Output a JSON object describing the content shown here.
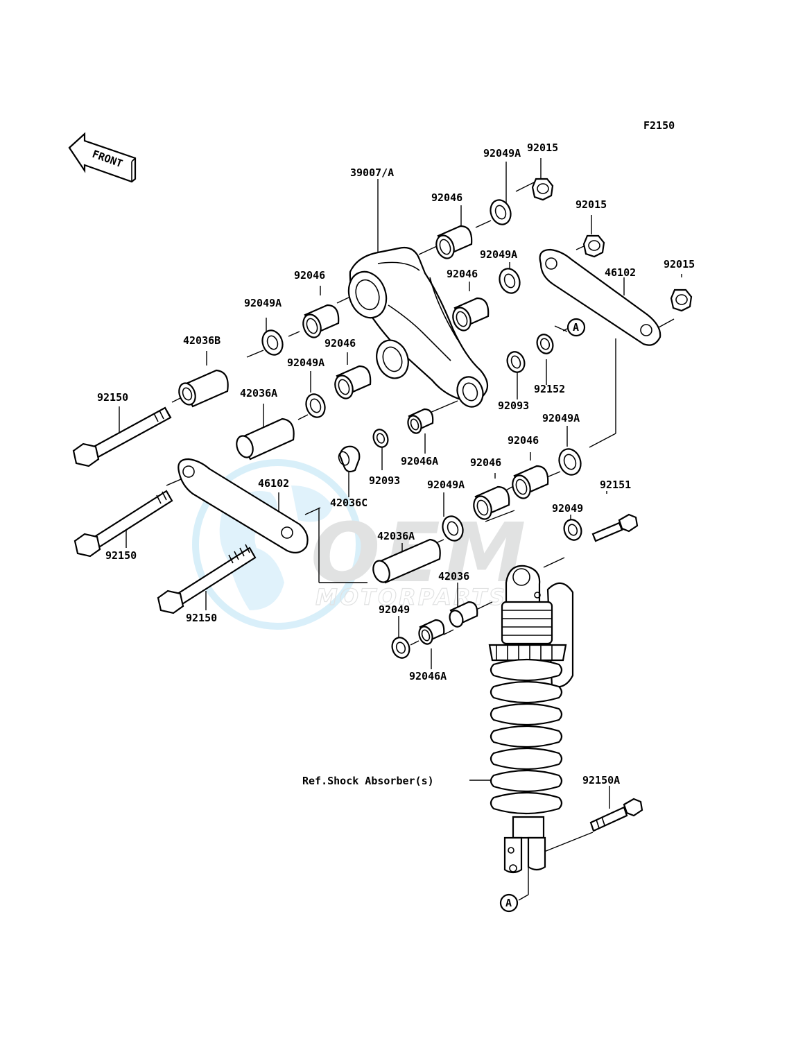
{
  "diagram": {
    "figure_code": "F2150",
    "front_label": "FRONT",
    "watermark": {
      "brand": "OEM",
      "sub": "MOTORPARTS",
      "color": "#bfe6f7"
    },
    "ref_note": "Ref.Shock Absorber(s)",
    "callout_letter": "A",
    "labels": {
      "l01": "92015",
      "l02": "92049A",
      "l03": "92046",
      "l04": "92015",
      "l05": "39007/A",
      "l06": "92049A",
      "l07": "92015",
      "l08": "92046",
      "l09": "92046",
      "l10": "46102",
      "l11": "92049A",
      "l12": "42036B",
      "l13": "92049A",
      "l14": "92046",
      "l15": "92152",
      "l16": "92093",
      "l17": "92150",
      "l18": "42036A",
      "l19": "92049A",
      "l20": "92046",
      "l21": "92046A",
      "l22": "92093",
      "l23": "46102",
      "l24": "92049A",
      "l25": "92046",
      "l26": "92151",
      "l27": "42036C",
      "l28": "42036A",
      "l29": "92049",
      "l30": "92150",
      "l31": "42036",
      "l32": "92049",
      "l33": "92150",
      "l34": "92046A",
      "l35": "92150A"
    }
  }
}
